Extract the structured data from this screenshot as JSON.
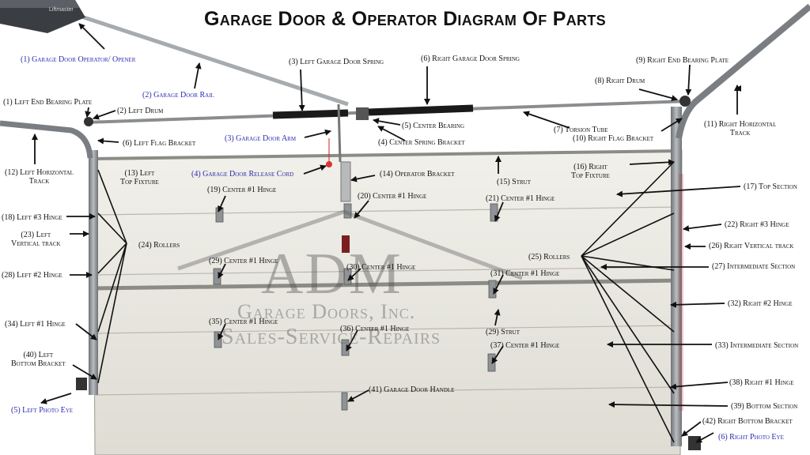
{
  "title": "Garage Door & Operator Diagram Of Parts",
  "opener_brand": "Liftmaster",
  "watermark": {
    "line1": "ADM",
    "line2": "Garage Doors, Inc.",
    "line3": "Sales-Service-Repairs"
  },
  "colors": {
    "callout_blue": "#2a2ab0",
    "callout_black": "#111111",
    "door_panel": "#e9e7df",
    "track_steel": "#8e9296"
  },
  "labels": {
    "opener": "(1) Garage Door Operator/ Opener",
    "rail": "(2) Garage Door Rail",
    "left_spring": "(3) Left Garage Door Spring",
    "right_spring": "(6) Right Garage Door Spring",
    "right_end_bearing": "(9) Right End Bearing Plate",
    "right_drum": "(8) Right Drum",
    "left_end_bearing": "(1) Left End Bearing Plate",
    "left_drum": "(2) Left Drum",
    "center_bearing": "(5) Center Bearing",
    "torsion_tube": "(7) Torsion Tube",
    "right_horizontal_track_1": "(11) Right Horizontal",
    "right_horizontal_track_2": "Track",
    "door_arm": "(3) Garage Door Arm",
    "center_spring_bracket": "(4) Center Spring Bracket",
    "right_flag_bracket": "(10) Right Flag Bracket",
    "left_flag_bracket": "(6) Left Flag Bracket",
    "left_horizontal_track_1": "(12) Left Horizontal",
    "left_horizontal_track_2": "Track",
    "left_top_fixture_1": "(13) Left",
    "left_top_fixture_2": "Top Fixture",
    "release_cord": "(4) Garage Door Release Cord",
    "operator_bracket": "(14) Operator Bracket",
    "strut_top": "(15) Strut",
    "right_top_fixture_1": "(16) Right",
    "right_top_fixture_2": "Top Fixture",
    "top_section": "(17) Top Section",
    "hinge_19": "(19) Center #1 Hinge",
    "hinge_20": "(20) Center #1 Hinge",
    "hinge_21": "(21) Center #1 Hinge",
    "left_3_hinge": "(18) Left #3 Hinge",
    "right_3_hinge": "(22) Right #3 Hinge",
    "left_vertical_track_1": "(23) Left",
    "left_vertical_track_2": "Vertical track",
    "rollers_left": "(24) Rollers",
    "rollers_right": "(25) Rollers",
    "right_vertical_track": "(26) Right Vertical track",
    "intermediate_27": "(27) Intermediate Section",
    "left_2_hinge": "(28) Left #2 Hinge",
    "hinge_29": "(29) Center #1 Hinge",
    "hinge_30": "(30) Center #1 Hinge",
    "hinge_31": "(31) Center #1 Hinge",
    "right_2_hinge": "(32) Right #2 Hinge",
    "left_1_hinge": "(34) Left #1 Hinge",
    "hinge_35": "(35) Center #1 Hinge",
    "hinge_36": "(36) Center #1 Hinge",
    "strut_29": "(29) Strut",
    "hinge_37": "(37) Center #1 Hinge",
    "intermediate_33": "(33) Intermediate Section",
    "left_bottom_bracket_1": "(40) Left",
    "left_bottom_bracket_2": "Bottom Bracket",
    "handle": "(41) Garage Door Handle",
    "right_1_hinge": "(38) Right #1 Hinge",
    "bottom_section": "(39) Bottom Section",
    "right_bottom_bracket": "(42) Right Bottom Bracket",
    "left_photo_eye": "(5) Left Photo Eye",
    "right_photo_eye": "(6)  Right Photo Eye"
  }
}
